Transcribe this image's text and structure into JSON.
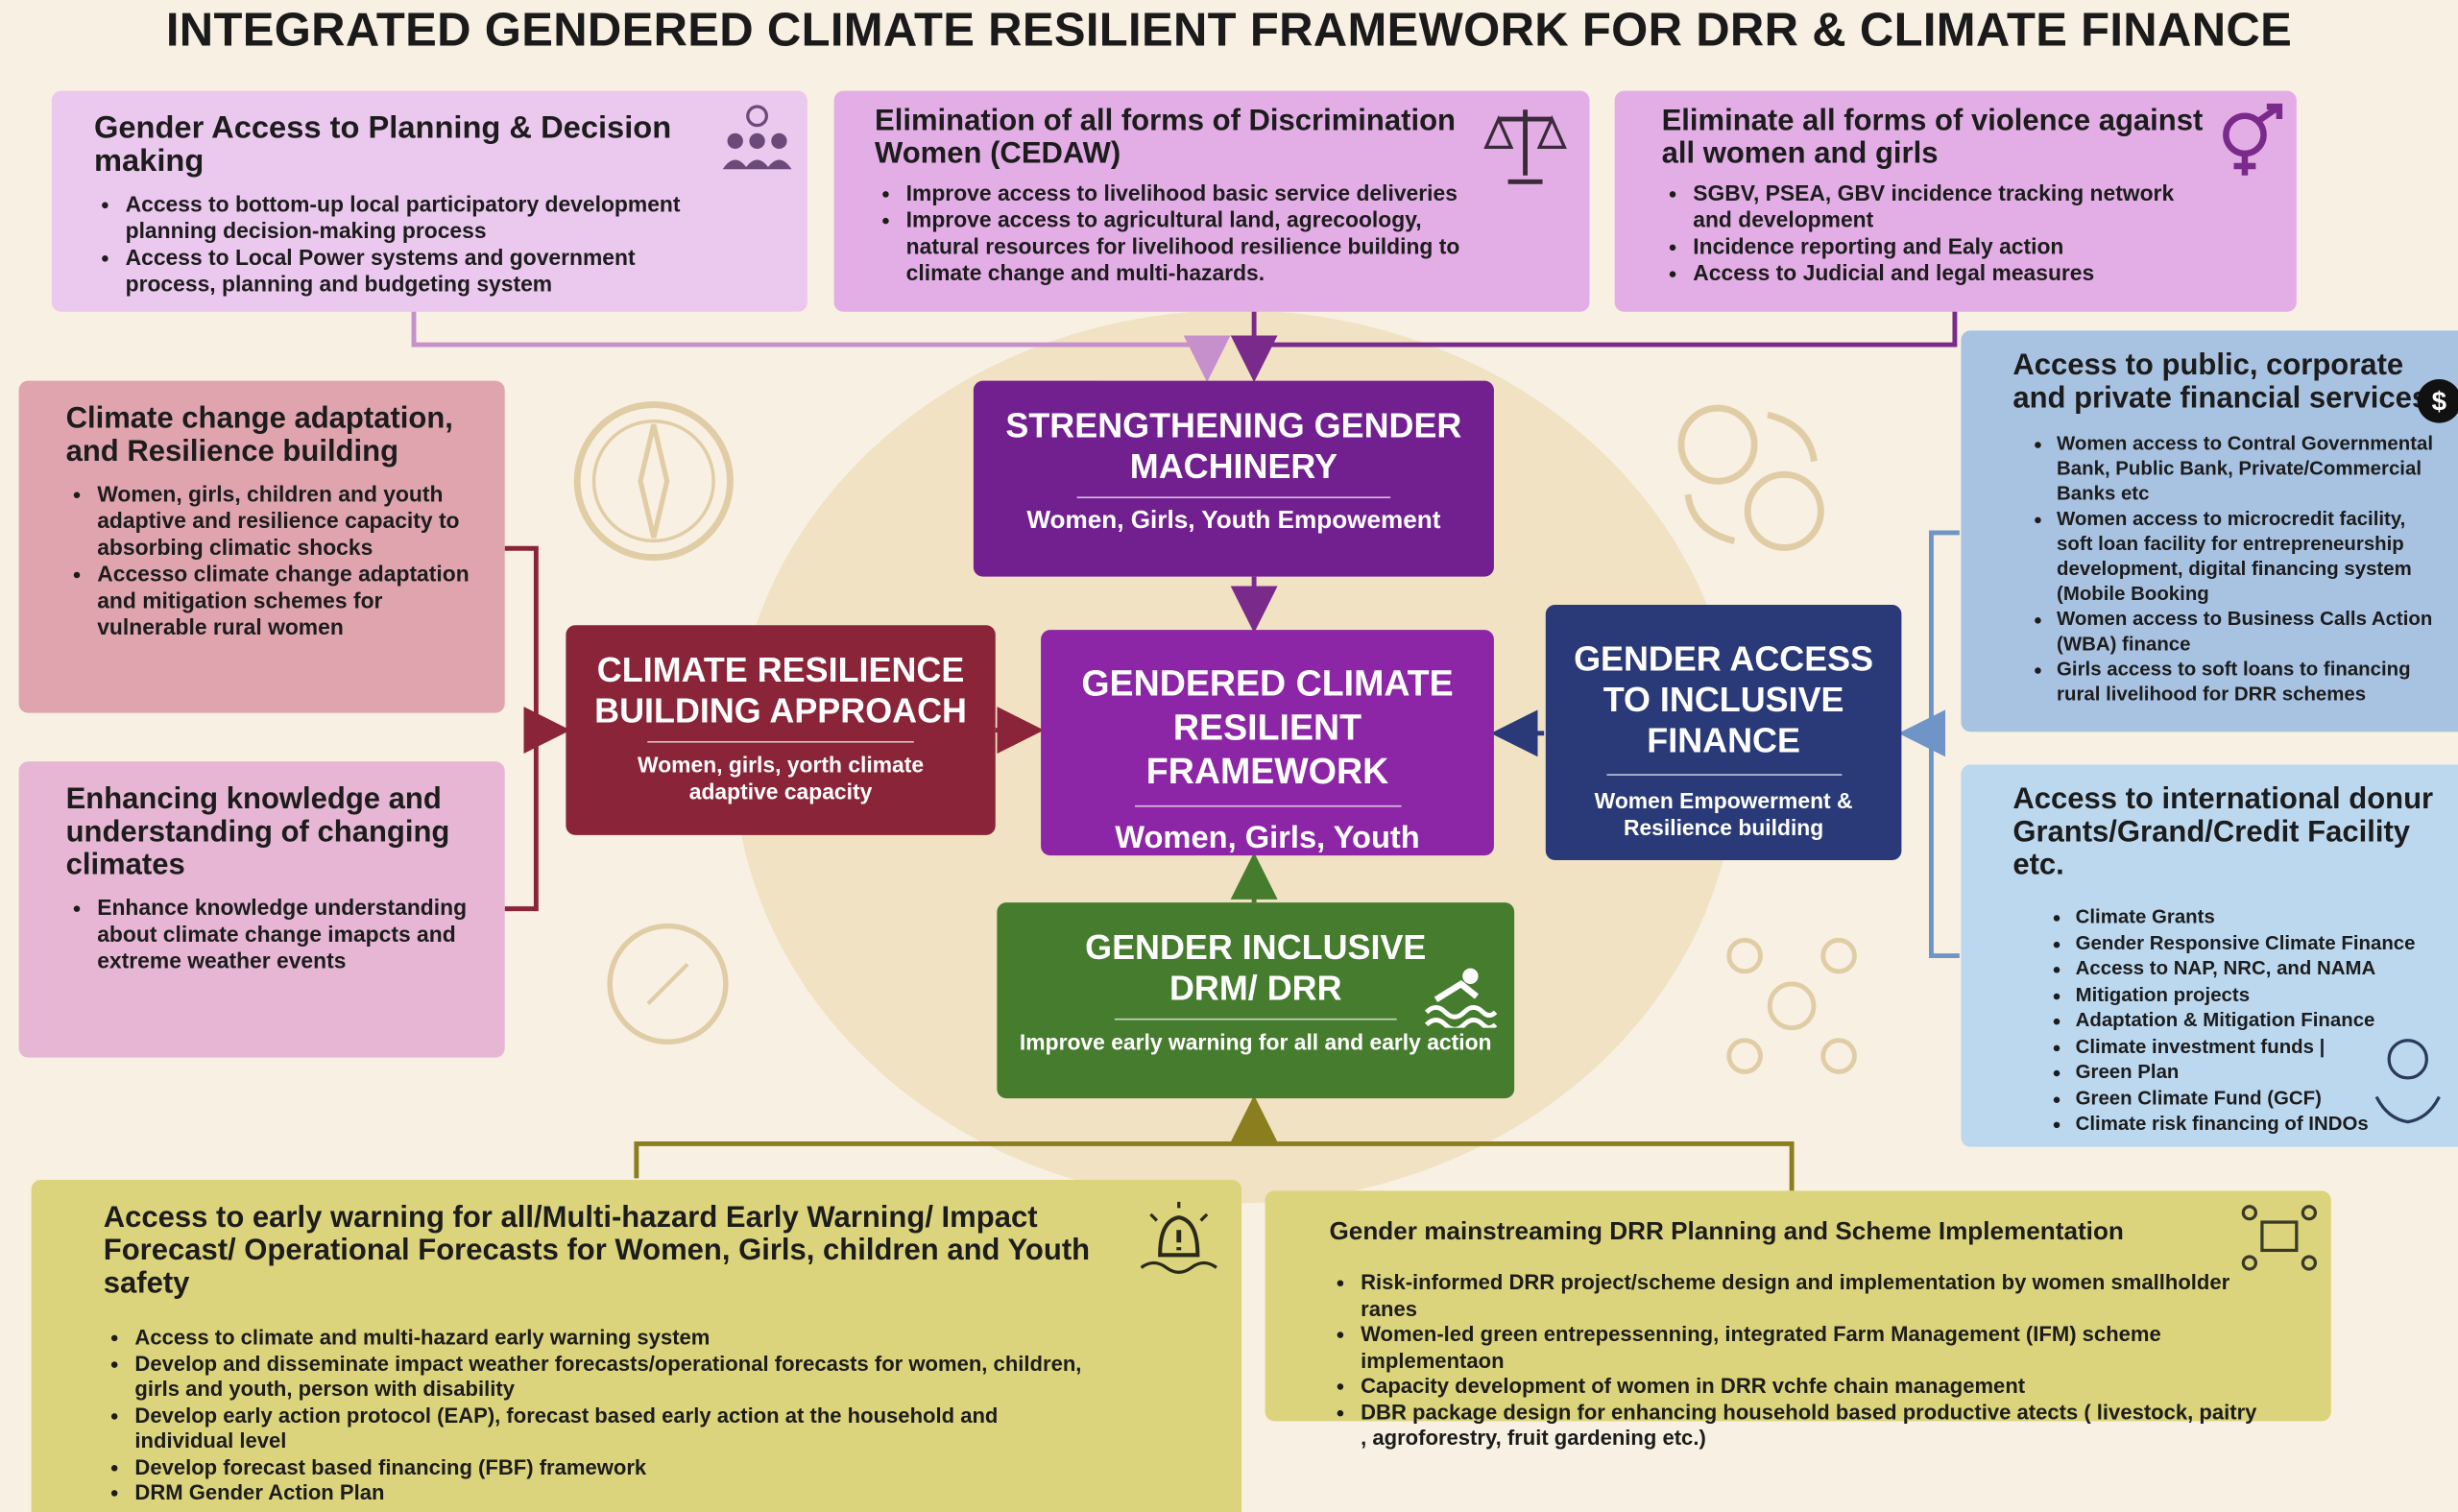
{
  "title": "INTEGRATED GENDERED CLIMATE RESILIENT FRAMEWORK FOR DRR & CLIMATE FINANCE",
  "top_boxes": [
    {
      "title": "Gender Access to Planning & Decision making",
      "items": [
        "Access to bottom-up local participatory development planning decision-making process",
        "Access to Local Power systems and government process, planning and budgeting system"
      ]
    },
    {
      "title": "Elimination of all forms of Discrimination Women (CEDAW)",
      "items": [
        "Improve access to livelihood basic service deliveries",
        "Improve access to agricultural land, agrecoology, natural resources for livelihood resilience building to climate change and multi-hazards."
      ]
    },
    {
      "title": "Eliminate all forms of violence against all women and girls",
      "items": [
        "SGBV, PSEA, GBV incidence tracking network and development",
        "Incidence reporting and Ealy action",
        "Access to Judicial and legal measures"
      ]
    }
  ],
  "left_boxes": [
    {
      "title": "Climate change adaptation, and Resilience building",
      "items": [
        "Women, girls, children and youth adaptive and resilience capacity to absorbing climatic shocks",
        "Accesso climate change adaptation and mitigation schemes for vulnerable rural women"
      ]
    },
    {
      "title": "Enhancing knowledge and understanding of changing climates",
      "items": [
        "Enhance knowledge understanding about climate change imapcts and extreme weather events"
      ]
    }
  ],
  "right_boxes": [
    {
      "title": "Access to public, corporate and private financial services",
      "items": [
        "Women access to Contral Governmental Bank, Public Bank, Private/Commercial Banks etc",
        "Women access to microcredit facility, soft loan facility for entrepreneurship development, digital financing system (Mobile Booking",
        "Women access to Business Calls Action (WBA) finance",
        "Girls access to soft loans to financing rural livelihood for DRR schemes"
      ]
    },
    {
      "title": "Access to international donur Grants/Grand/Credit Facility etc.",
      "items": [
        "Climate Grants",
        "Gender Responsive Climate Finance",
        "Access to NAP, NRC, and NAMA",
        "Mitigation projects",
        "Adaptation & Mitigation Finance",
        "Climate investment funds |",
        "Green Plan",
        "Green Climate Fund (GCF)",
        "Climate risk financing of INDOs"
      ]
    }
  ],
  "core": {
    "strengthening": {
      "title": "STRENGTHENING GENDER MACHINERY",
      "subtitle": "Women, Girls, Youth Empowement"
    },
    "climate_resilience": {
      "title": "CLIMATE RESILIENCE BUILDING APPROACH",
      "subtitle": "Women, girls, yorth climate adaptive capacity"
    },
    "center": {
      "title": "GENDERED CLIMATE RESILIENT FRAMEWORK",
      "subtitle": "Women, Girls, Youth"
    },
    "inclusive_finance": {
      "title": "GENDER ACCESS TO INCLUSIVE FINANCE",
      "subtitle": "Women Empowerment & Resilience building"
    },
    "drm": {
      "title": "GENDER INCLUSIVE DRM/ DRR",
      "subtitle": "Improve early warning for all and early action"
    }
  },
  "bottom_boxes": [
    {
      "title": "Access to early warning for all/Multi-hazard Early Warning/ Impact Forecast/ Operational Forecasts for Women, Girls, children and Youth safety",
      "items": [
        "Access to climate and multi-hazard early warning system",
        "Develop and disseminate impact weather forecasts/operational forecasts for women, children, girls and youth, person with disability",
        "Develop early action protocol (EAP), forecast based early action at the household and individual level",
        "Develop forecast based financing (FBF) framework",
        "DRM Gender Action Plan"
      ]
    },
    {
      "title": "Gender mainstreaming DRR Planning and Scheme Implementation",
      "items": [
        "Risk-informed DRR project/scheme design and implementation by women smallholder ranes",
        "Women-led green entrepessenning, integrated Farm Management (IFM) scheme implementaon",
        "Capacity development of women in DRR vchfe chain management",
        "DBR package design for enhancing household based productive atects ( livestock, paitry , agroforestry, fruit gardening etc.)"
      ]
    }
  ],
  "colors": {
    "background": "#f8f0e2",
    "purple_dark": "#722090",
    "purple_center": "#8c26a6",
    "maroon": "#8a2438",
    "navy": "#2a3a78",
    "green": "#467c2e",
    "olive_box": "#dcd47c",
    "lavender_box": "#ebc8ee",
    "pink_box": "#e6b6d4",
    "rose_box": "#dfa4ae",
    "blue_box": "#a8c2e2"
  },
  "icons": [
    "people-network-icon",
    "scales-icon",
    "female-symbol-icon",
    "compass-icon",
    "currency-exchange-icon",
    "swimmer-wave-icon",
    "warning-bell-icon",
    "money-network-icon",
    "hands-globe-icon",
    "dollar-badge-icon"
  ]
}
